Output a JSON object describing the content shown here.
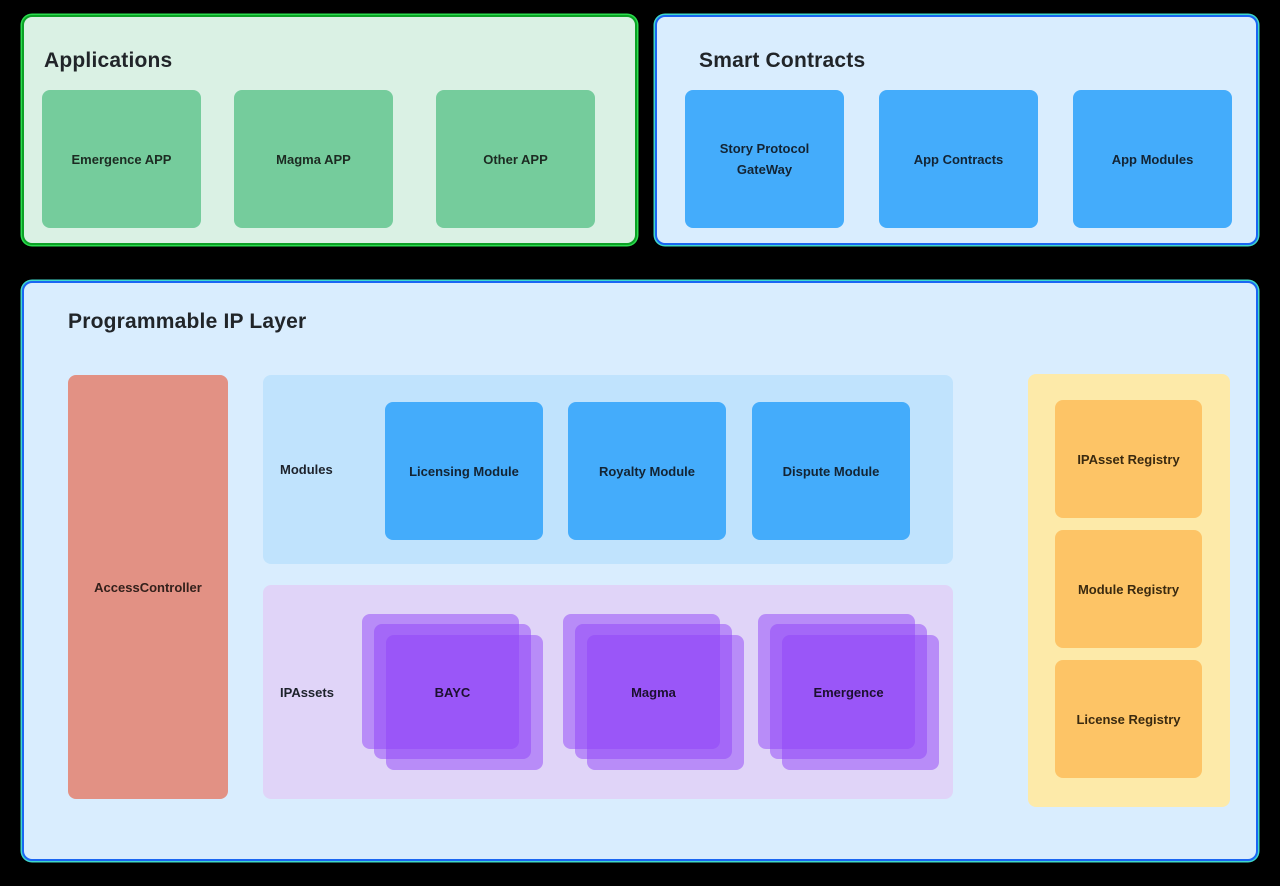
{
  "colors": {
    "page_background": "#000000",
    "green_border": "#0ca226",
    "green_panel_bg": "#daf1e4",
    "green_card": "#75cc9c",
    "blue_border": "#1b66f2",
    "blue_panel_bg": "#d9edfe",
    "blue_card": "#44acfb",
    "modules_panel_bg": "#c0e3fd",
    "ipassets_panel_bg": "#e0d4f8",
    "ipasset_stack_card": "rgba(144,67,247,0.5)",
    "access_controller": "#e29184",
    "registries_panel_bg": "#fdeaa9",
    "registry_card": "#fdc466",
    "text": "#212529"
  },
  "applications": {
    "title": "Applications",
    "cards": [
      "Emergence APP",
      "Magma APP",
      "Other APP"
    ]
  },
  "smart_contracts": {
    "title": "Smart Contracts",
    "cards": [
      "Story Protocol GateWay",
      "App Contracts",
      "App Modules"
    ]
  },
  "ip_layer": {
    "title": "Programmable IP Layer",
    "access_controller_label": "AccessController",
    "modules": {
      "label": "Modules",
      "cards": [
        "Licensing Module",
        "Royalty Module",
        "Dispute Module"
      ]
    },
    "ip_assets": {
      "label": "IPAssets",
      "stacks": [
        "BAYC",
        "Magma",
        "Emergence"
      ]
    },
    "registries": {
      "cards": [
        "IPAsset Registry",
        "Module Registry",
        "License Registry"
      ]
    }
  }
}
